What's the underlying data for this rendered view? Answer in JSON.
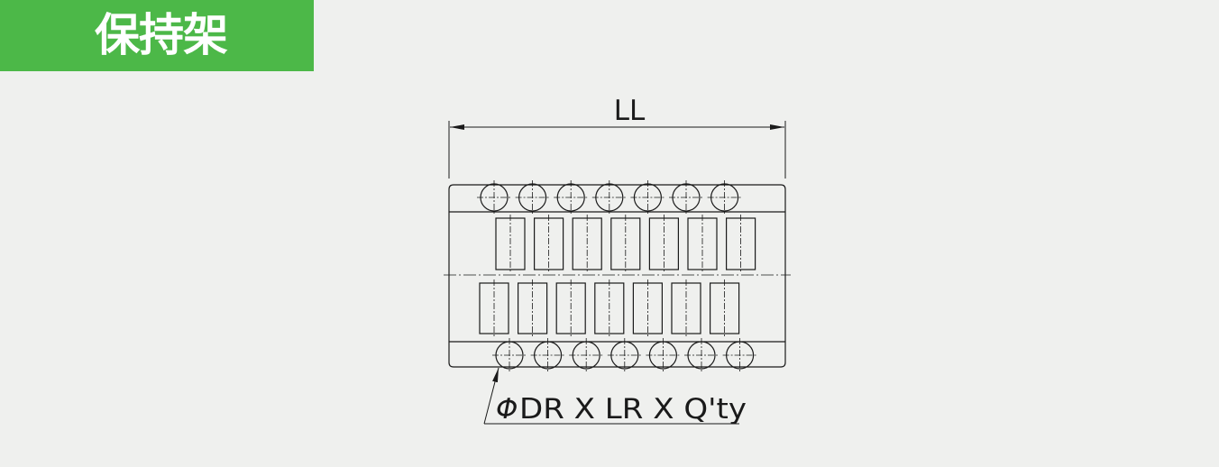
{
  "header": {
    "title": "保持架",
    "accent_color": "#4cb848"
  },
  "drawing": {
    "dimension_label": "LL",
    "callout_prefix": "Φ",
    "callout_text": "DR X LR X Q'ty",
    "top_ball_count": 7,
    "bottom_ball_count": 7,
    "upper_roller_count": 7,
    "lower_roller_count": 7,
    "line_color": "#1a1a1a"
  }
}
